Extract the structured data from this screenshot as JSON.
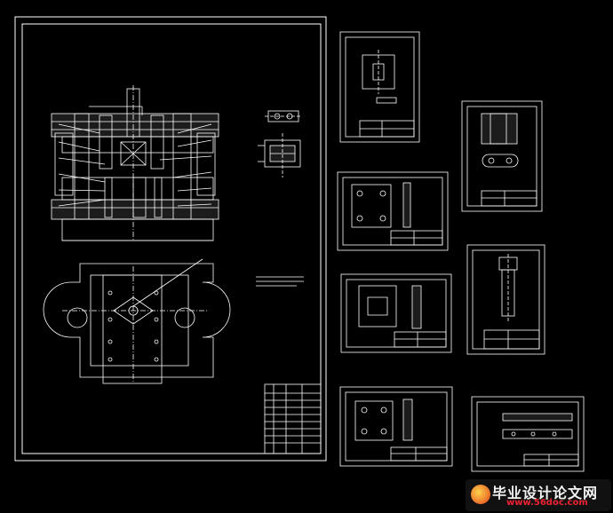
{
  "watermark": {
    "site_name": "毕业设计论文网",
    "url": "www.56doc.com"
  },
  "colors": {
    "background": "#000000",
    "line": "#ffffff",
    "watermark_url": "#e22233"
  },
  "sheets": [
    "assembly-drawing",
    "part-drawing-1",
    "part-drawing-2",
    "part-drawing-3",
    "part-drawing-4",
    "part-drawing-5",
    "part-drawing-6",
    "part-drawing-7"
  ]
}
